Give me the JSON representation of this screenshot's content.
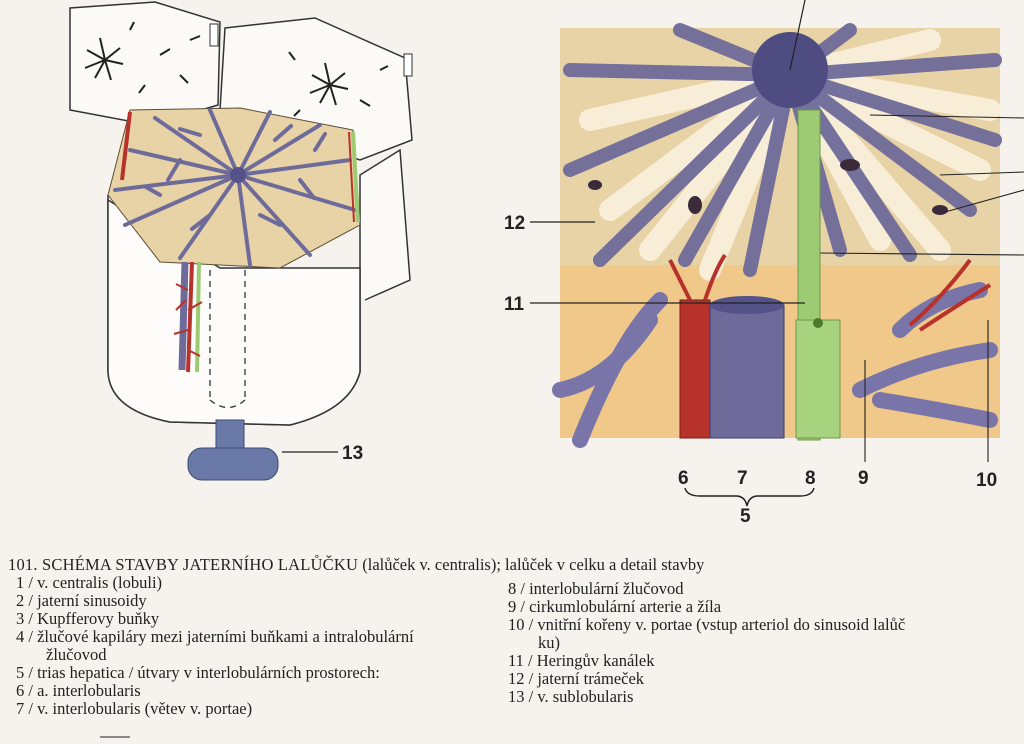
{
  "figure": {
    "labels": {
      "l5": "5",
      "l6": "6",
      "l7": "7",
      "l8": "8",
      "l9": "9",
      "l10": "10",
      "l11": "11",
      "l12": "12",
      "l13": "13"
    },
    "colors": {
      "vein": "#6e6b9a",
      "artery": "#b8322c",
      "bile": "#9ccb73",
      "parenchyma": "#e8d3a6",
      "background": "#f6f3ee"
    }
  },
  "caption": {
    "title": "101. SCHÉMA STAVBY JATERNÍHO LALŮČKU",
    "subtitle": " (lalůček v. centralis); lalůček v celku a detail stavby",
    "legend_left": [
      {
        "text": "1 / v. centralis (lobuli)"
      },
      {
        "text": "2 / jaterní sinusoidy"
      },
      {
        "text": "3 / Kupfferovy buňky"
      },
      {
        "text": "4 / žlučové kapiláry mezi jaterními buňkami a intralobulární",
        "cont": "žlučovod"
      },
      {
        "text": "5 / trias hepatica / útvary v interlobulárních prostorech:"
      },
      {
        "text": "6 / a. interlobularis"
      },
      {
        "text": "7 / v. interlobularis (větev v. portae)"
      }
    ],
    "legend_right": [
      {
        "text": "8 / interlobulární žlučovod"
      },
      {
        "text": "9 / cirkumlobulární arterie a žíla"
      },
      {
        "text": "10 / vnitřní kořeny v. portae (vstup arteriol do sinusoid lalůč",
        "cont": "ku)"
      },
      {
        "text": "11 / Heringův kanálek"
      },
      {
        "text": "12 / jaterní trámeček"
      },
      {
        "text": "13 / v. sublobularis"
      }
    ]
  }
}
